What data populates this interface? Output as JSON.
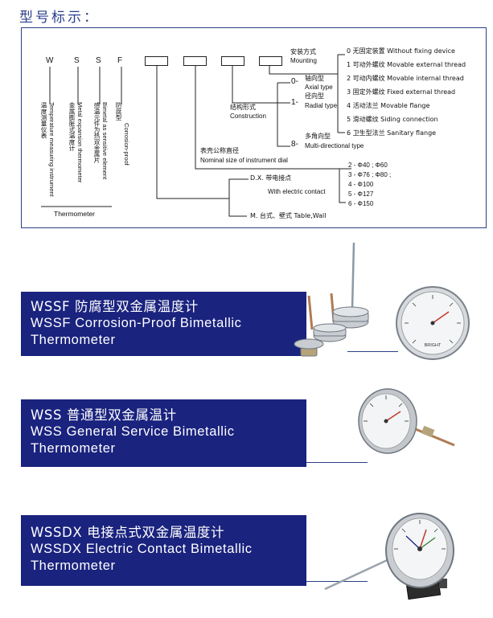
{
  "header": {
    "title": "型号标示："
  },
  "model_code": {
    "letters": [
      "W",
      "S",
      "S",
      "F"
    ]
  },
  "columns": [
    {
      "cn": "温度测量仪表",
      "en": "Temperature measuring instrument"
    },
    {
      "cn": "金属膨胀式温度计",
      "en": "Metal expansion thermometer"
    },
    {
      "cn": "感温元件为热双金属片",
      "en": "Bimetal as sensitive element"
    },
    {
      "cn": "防腐型",
      "en": "Corrosion-proof"
    }
  ],
  "thermometer_label": "Thermometer",
  "mounting": {
    "title_cn": "安装方式",
    "title_en": "Mounting",
    "options": [
      "0 无固定装置 Without fixing device",
      "1 可动外螺纹 Movable external thread",
      "2 可动内螺纹 Movable internal thread",
      "3 固定外螺纹 Fixed external thread",
      "4 活动法兰 Movable flange",
      "5 滑动螺纹 Siding connection",
      "6 卫生型法兰 Sanitary flange"
    ]
  },
  "construction": {
    "title_cn": "结构形式",
    "title_en": "Construction",
    "axial_code": "0-",
    "axial_cn": "轴向型",
    "axial_en": "Axial type",
    "radial_code": "1-",
    "radial_cn": "径向型",
    "radial_en": "Radial type",
    "multi_code": "8-",
    "multi_cn": "多角向型",
    "multi_en": "Multi-directional type"
  },
  "dial": {
    "title_cn": "表壳公称直径",
    "title_en": "Nominal size of instrument dial",
    "options": [
      "2 - Φ40 ; Φ60",
      "3 - Φ76 ; Φ80 ;",
      "4 - Φ100",
      "5 - Φ127",
      "6 - Φ150"
    ]
  },
  "electric": {
    "cn": "D.X. 带电接点",
    "en": "With electric contact"
  },
  "mount_type": "M. 台式、壁式 Table,Wall",
  "products": [
    {
      "line1": "WSSF 防腐型双金属温度计",
      "line2": "WSSF Corrosion-Proof Bimetallic",
      "line3": "Thermometer"
    },
    {
      "line1": "WSS 普通型双金属温计",
      "line2": "WSS General Service Bimetallic",
      "line3": "Thermometer"
    },
    {
      "line1": "WSSDX 电接点式双金属温度计",
      "line2": "WSSDX Electric Contact Bimetallic",
      "line3": "Thermometer"
    }
  ],
  "gauge": {
    "brand": "BRIGHT"
  },
  "colors": {
    "banner": "#1a237e",
    "accent": "#2d3f85"
  }
}
